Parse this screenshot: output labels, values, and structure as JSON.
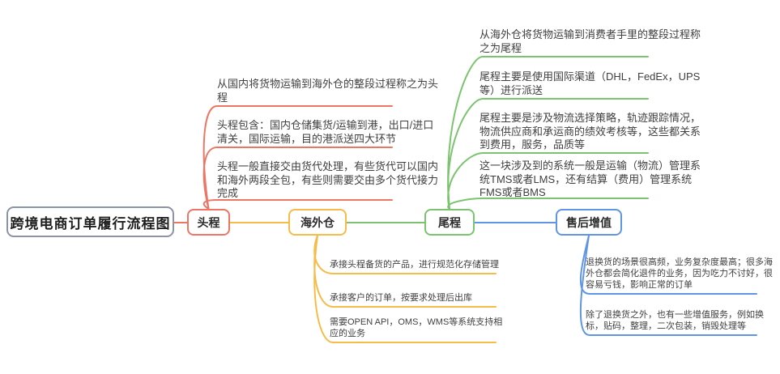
{
  "root": {
    "label": "跨境电商订单履行流程图",
    "border_color": "#8B93A6"
  },
  "branches": [
    {
      "label": "头程",
      "color": "#ED7565",
      "side": "up",
      "topics": [
        "从国内将货物运输到海外仓的整段过程称之为头程",
        "头程包含：国内仓储集货/运输到港，出口/进口清关，国际运输，目的港派送四大环节",
        "头程一般直接交由货代处理，有些货代可以国内和海外两段全包，有些则需要交由多个货代接力完成"
      ]
    },
    {
      "label": "海外仓",
      "color": "#F6BC4A",
      "side": "down",
      "topics": [
        "承接头程备货的产品，进行规范化存储管理",
        "承接客户的订单，按要求处理后出库",
        "需要OPEN API，OMS，WMS等系统支持相应的业务"
      ]
    },
    {
      "label": "尾程",
      "color": "#7BC46E",
      "side": "up",
      "topics": [
        "从海外仓将货物运输到消费者手里的整段过程称之为尾程",
        "尾程主要是使用国际渠道（DHL，FedEx，UPS等）进行派送",
        "尾程主要是涉及物流选择策略，轨迹跟踪情况，物流供应商和承运商的绩效考核等，这些都关系到费用，服务，品质等",
        "这一块涉及到的系统一般是运输（物流）管理系统TMS或者LMS，还有结算（费用）管理系统FMS或者BMS"
      ]
    },
    {
      "label": "售后增值",
      "color": "#6095E5",
      "side": "down",
      "topics": [
        "退换货的场景很高频，业务复杂度最高；很多海外仓都会简化退件的业务，因为吃力不讨好，很容易亏钱，影响正常的订单",
        "除了退换货之外，也有一些增值服务，例如换标，贴码，整理，二次包装，销毁处理等"
      ]
    }
  ]
}
